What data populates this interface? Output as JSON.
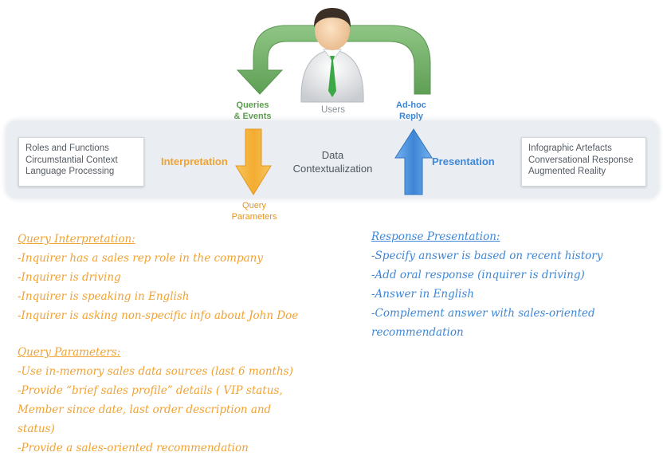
{
  "band": {
    "left_box": [
      "Roles and Functions",
      "Circumstantial Context",
      "Language Processing"
    ],
    "right_box": [
      "Infographic Artefacts",
      "Conversational Response",
      "Augmented Reality"
    ],
    "interpretation": "Interpretation",
    "presentation": "Presentation",
    "center_line1": "Data",
    "center_line2": "Contextualization"
  },
  "top": {
    "queries_line1": "Queries",
    "queries_line2": "& Events",
    "users": "Users",
    "adhoc_line1": "Ad-hoc",
    "adhoc_line2": "Reply",
    "query_params_line1": "Query",
    "query_params_line2": "Parameters"
  },
  "notes_left": {
    "query_interpretation": {
      "heading": "Query Interpretation:",
      "items": [
        "-Inquirer has a sales rep role in the company",
        "-Inquirer is driving",
        "-Inquirer is speaking in English",
        "-Inquirer is asking non-specific info about John Doe"
      ]
    },
    "query_parameters": {
      "heading": "Query Parameters:",
      "items": [
        "-Use in-memory sales data sources (last 6 months)",
        "-Provide “brief sales profile” details ( VIP status,",
        "Member since date, last order description and",
        "status)",
        "-Provide a sales-oriented recommendation"
      ]
    }
  },
  "notes_right": {
    "heading": "Response Presentation:",
    "items": [
      "-Specify answer is based on recent history",
      "-Add oral response (inquirer is driving)",
      "-Answer in English",
      "-Complement answer with sales-oriented",
      "recommendation"
    ]
  },
  "colors": {
    "green": "#74b56a",
    "orange": "#f5b43c",
    "blue": "#4a90dc",
    "tie": "#3aa845"
  },
  "icons": [
    "user-icon",
    "green-curved-arrow-icon",
    "down-arrow-icon",
    "up-arrow-icon"
  ]
}
